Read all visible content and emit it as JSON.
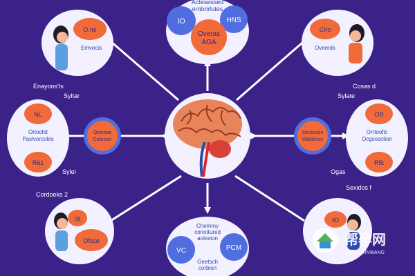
{
  "colors": {
    "background": "#3a2288",
    "bubble": "#f3f0ff",
    "orange": "#f06a3a",
    "blue": "#4f6ee0",
    "connector": "#ffffff",
    "brain": "#e8845a",
    "skin": "#f2b899",
    "shirt": "#5aa0e0",
    "label_blue": "#2c4bb0"
  },
  "icons": {
    "center": "brain-icon",
    "person": "person-icon",
    "watermark": "house-logo-icon"
  },
  "top": {
    "caption_1": "Actesessed",
    "caption_2": "embrirlutes",
    "left_circle": "IO",
    "right_circle": "HNS",
    "center_1": "Overas",
    "center_2": "AGA"
  },
  "bottom": {
    "caption_1": "Chemmy",
    "caption_2": "conottured",
    "caption_3": "aolesion",
    "left_circle": "VC",
    "right_circle": "PCM",
    "sub_1": "Geetsch",
    "sub_2": "corbion"
  },
  "top_left": {
    "oval": "O.ne",
    "label": "Emvocis"
  },
  "top_right": {
    "oval": "Clro",
    "label": "Ovemds"
  },
  "bottom_left": {
    "oval_1": "0lt",
    "oval_2": "Ofsce"
  },
  "bottom_right": {
    "oval": "4D"
  },
  "left": {
    "oval_1": "NL",
    "oval_2": "R61",
    "label_1": "Ortochit",
    "label_2": "Paslvorcoles"
  },
  "right": {
    "oval_1": "OR",
    "oval_2": "R5t",
    "label_1": "Orrtoofic",
    "label_2": "Ocgsosction"
  },
  "mid_left": {
    "label_1": "Oesinse",
    "label_2": "Cotonon"
  },
  "mid_right": {
    "label_1": "Oesissoin",
    "label_2": "Wlsthinse"
  },
  "side_labels": {
    "left_1": "Enayoos'ts",
    "left_2": "Syltar",
    "left_3": "Sylei",
    "left_4": "Cordoeks 2",
    "right_1": "Cosas d",
    "right_2": "Sylate",
    "right_3": "Ogas",
    "right_4": "Sexidos f"
  },
  "watermark": {
    "title": "帮孕网",
    "subtitle": "BANGYUNWANG"
  }
}
